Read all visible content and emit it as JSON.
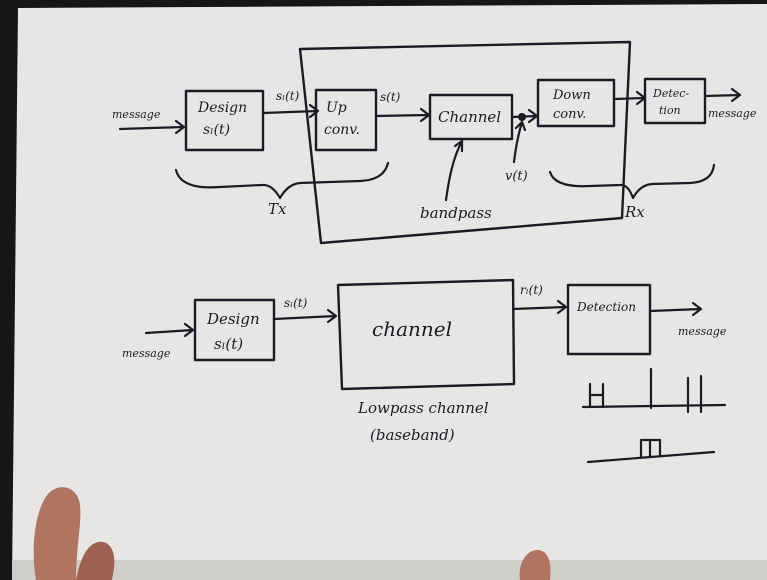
{
  "top_diagram": {
    "message_in": "message",
    "design_block": [
      "Design",
      "sₗ(t)"
    ],
    "signal_1": "sₗ(t)",
    "upconv_block": [
      "Up",
      "conv."
    ],
    "signal_2": "s(t)",
    "channel_block": "Channel",
    "noise_label": "v(t)",
    "downconv_block": [
      "Down",
      "conv."
    ],
    "detection_block": [
      "Detec-",
      "tion"
    ],
    "message_out": "message",
    "tx_label": "Tx",
    "bandpass_label": "bandpass",
    "rx_label": "Rx"
  },
  "bottom_diagram": {
    "message_in": "message",
    "design_block": [
      "Design",
      "sₗ(t)"
    ],
    "signal_1": "sₗ(t)",
    "channel_block": "channel",
    "signal_2": "rₗ(t)",
    "detection_block": "Detection",
    "message_out": "message",
    "caption_line1": "Lowpass channel",
    "caption_line2": "(baseband)"
  },
  "colors": {
    "paper": "#e8e7e5",
    "ink": "#1b1b26",
    "background": "#161616",
    "skin": "#b07560"
  }
}
